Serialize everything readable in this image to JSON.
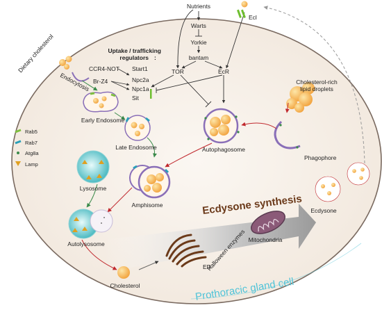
{
  "labels": {
    "nutrients": "Nutrients",
    "warts": "Warts",
    "yorkie": "Yorkie",
    "bantam": "bantam",
    "tor": "TOR",
    "ecr": "EcR",
    "eci": "Ecl",
    "dietary_cholesterol": "Dietary cholesterol",
    "endocytosis": "Endocytosis",
    "uptake_title_line1": "Uptake / trafficking",
    "uptake_title_line2": "regulators",
    "uptake_colon": ":",
    "ccr4_not": "CCR4-NOT",
    "br_z4": "Br-Z4",
    "start1": "Start1",
    "npc2a": "Npc2a",
    "npc1a": "Npc1a",
    "sit": "Sit",
    "early_endosome": "Early Endosome",
    "late_endosome": "Late Endosome",
    "autophagosome": "Autophagosome",
    "cholesterol_droplets_line1": "Cholesterol-rich",
    "cholesterol_droplets_line2": "lipid droplets",
    "phagophore": "Phagophore",
    "lysosome": "Lysosome",
    "amphisome": "Amphisome",
    "autolysosome": "Autolysosome",
    "cholesterol": "Cholesterol",
    "er": "ER",
    "halloween_enzymes": "Halloween enzymes",
    "mitochondria": "Mitochondria",
    "ecdysone_synthesis": "Ecdysone synthesis",
    "ecdysone": "Ecdysone",
    "prothoracic_gland_cell": "Prothoracic gland cell"
  },
  "legend": [
    {
      "label": "Rab5",
      "color": "#7fbf3f",
      "icon": "rab5-marker-icon"
    },
    {
      "label": "Rab7",
      "color": "#2a9fb8",
      "icon": "rab7-marker-icon"
    },
    {
      "label": "Atg8a",
      "color": "#3a8a4a",
      "icon": "atg8a-dot-icon"
    },
    {
      "label": "Lamp",
      "color": "#e0a020",
      "icon": "lamp-triangle-icon"
    }
  ],
  "colors": {
    "cell_fill": "#f5ede4",
    "cell_border": "#7a6a60",
    "arrow_red": "#c0282d",
    "arrow_green": "#3a8a4a",
    "lysosome_teal": "#52c3c8",
    "droplet_orange": "#f2a23c",
    "membrane_purple": "#8a6fb8",
    "prothoracic_text": "#4fc3d8",
    "ecdysone_text": "#6b3a1a",
    "sit_green": "#6fbf30"
  }
}
